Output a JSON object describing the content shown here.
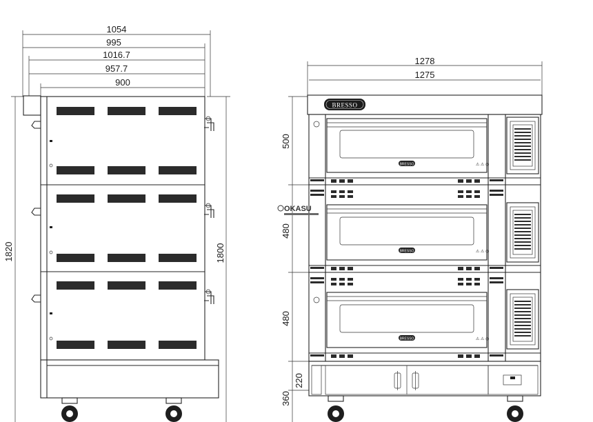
{
  "diagram": {
    "side_view": {
      "width_dims": [
        "1054",
        "995",
        "1016.7",
        "957.7",
        "900"
      ],
      "height_outer": "1820",
      "height_inner": "1800"
    },
    "front_view": {
      "width_dims": [
        "1278",
        "1275"
      ],
      "brand_plate": "BRESSO",
      "deck_heights": [
        "500",
        "480",
        "480"
      ],
      "base_heights": [
        "220",
        "360"
      ],
      "door_badge": "BRESSO",
      "watermark": "OKASU"
    }
  }
}
